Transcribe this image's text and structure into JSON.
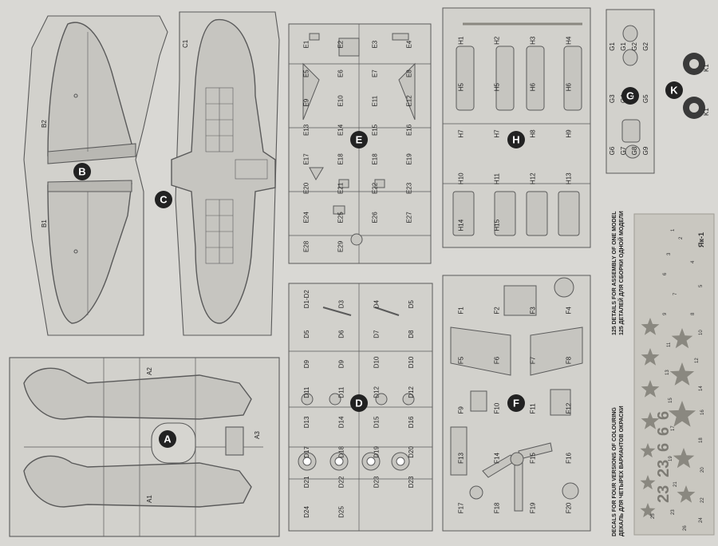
{
  "colors": {
    "paper": "#d9d8d4",
    "line": "#5a5a5a",
    "part_fill": "#c6c5c0",
    "dark": "#222222",
    "decal_panel": "#c9c7c0",
    "star": "#8a8880",
    "tire": "#3a3a3a"
  },
  "sprues": {
    "A": {
      "letter": "A",
      "labels": [
        "A1",
        "A2",
        "A3"
      ]
    },
    "B": {
      "letter": "B",
      "labels": [
        "B1",
        "B2"
      ]
    },
    "C": {
      "letter": "C",
      "labels": [
        "C1"
      ]
    },
    "D": {
      "letter": "D",
      "labels": [
        "D1-D2",
        "D3",
        "D4",
        "D5",
        "D5",
        "D6",
        "D7",
        "D8",
        "D9",
        "D9",
        "D10",
        "D10",
        "D11",
        "D11",
        "D12",
        "D12",
        "D13",
        "D14",
        "D15",
        "D16",
        "D17",
        "D18",
        "D19",
        "D20",
        "D21",
        "D22",
        "D23",
        "D23",
        "D24",
        "D25"
      ]
    },
    "E": {
      "letter": "E",
      "labels": [
        "E1",
        "E2",
        "E3",
        "E4",
        "E5",
        "E6",
        "E7",
        "E8",
        "E9",
        "E10",
        "E11",
        "E12",
        "E13",
        "E14",
        "E15",
        "E16",
        "E17",
        "E18",
        "E18",
        "E19",
        "E20",
        "E21",
        "E22",
        "E23",
        "E24",
        "E25",
        "E26",
        "E27",
        "E28",
        "E29"
      ]
    },
    "F": {
      "letter": "F",
      "labels": [
        "F1",
        "F2",
        "F3",
        "F4",
        "F5",
        "F6",
        "F7",
        "F8",
        "F9",
        "F10",
        "F11",
        "F12",
        "F13",
        "F14",
        "F15",
        "F16",
        "F17",
        "F18",
        "F19",
        "F20"
      ]
    },
    "H": {
      "letter": "H",
      "labels": [
        "H1",
        "H2",
        "H3",
        "H4",
        "H5",
        "H5",
        "H6",
        "H6",
        "H7",
        "H7",
        "H8",
        "H9",
        "H10",
        "H11",
        "H12",
        "H13",
        "H14",
        "H15"
      ]
    },
    "G": {
      "letter": "G",
      "labels": [
        "G1",
        "G1",
        "G2",
        "G2",
        "G3",
        "G4",
        "G5",
        "G5",
        "G6",
        "G7",
        "G8",
        "G9"
      ]
    },
    "K": {
      "letter": "K",
      "labels": [
        "K1",
        "K1"
      ]
    }
  },
  "notes": {
    "details_en": "125 DETAILS FOR ASSEMBLY OF ONE MODEL",
    "details_ru": "125 ДЕТАЛЕЙ ДЛЯ СБОРКИ ОДНОЙ МОДЕЛИ",
    "decals_en": "DECALS FOR FOUR VERSIONS OF COLOURING",
    "decals_ru": "ДЕКАЛЬ ДЛЯ ЧЕТЫРЕХ ВАРИАНТОВ ОКРАСКИ"
  },
  "decals": {
    "big_numbers": [
      "23",
      "23",
      "6",
      "6",
      "6"
    ],
    "model_mark": "Як-1",
    "small_numbers": [
      "1",
      "2",
      "3",
      "4",
      "5",
      "6",
      "7",
      "8",
      "9",
      "10",
      "11",
      "12",
      "13",
      "14",
      "15",
      "16",
      "17",
      "18",
      "19",
      "20",
      "21",
      "22",
      "23",
      "24",
      "25",
      "26"
    ]
  }
}
